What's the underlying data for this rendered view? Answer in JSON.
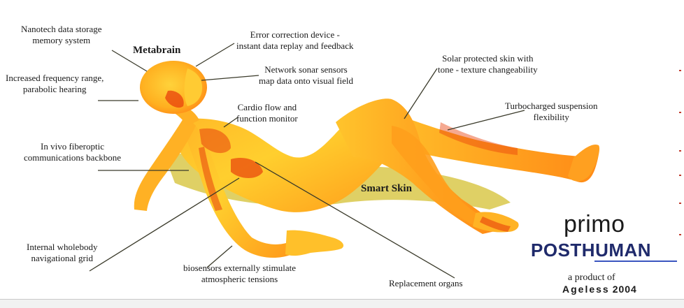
{
  "labels": {
    "nanotech": "Nanotech data storage\nmemory system",
    "metabrain": "Metabrain",
    "error_correction": "Error correction device -\ninstant data replay and feedback",
    "frequency": "Increased frequency range,\nparabolic hearing",
    "sonar": "Network sonar sensors\nmap data onto visual field",
    "solar": "Solar protected skin with\ntone - texture changeability",
    "turbo": "Turbocharged suspension\nflexibility",
    "cardio": "Cardio flow and\nfunction monitor",
    "fiberoptic": "In vivo fiberoptic\ncommunications backbone",
    "smart_skin": "Smart Skin",
    "nav_grid": "Internal wholebody\nnavigational grid",
    "biosensors": "biosensors externally stimulate\natmospheric tensions",
    "organs": "Replacement organs"
  },
  "brand": {
    "primo": "primo",
    "posthuman": "POSTHUMAN",
    "product_of": "a product of",
    "ageless": "Ageless",
    "year": "2004"
  },
  "colors": {
    "body_light": "#ffd23a",
    "body_mid": "#ff9a1a",
    "body_dark": "#e8400c",
    "shadow": "#d9c84a",
    "leader": "#3a3a2a",
    "brand_blue": "#1f2a6b"
  }
}
